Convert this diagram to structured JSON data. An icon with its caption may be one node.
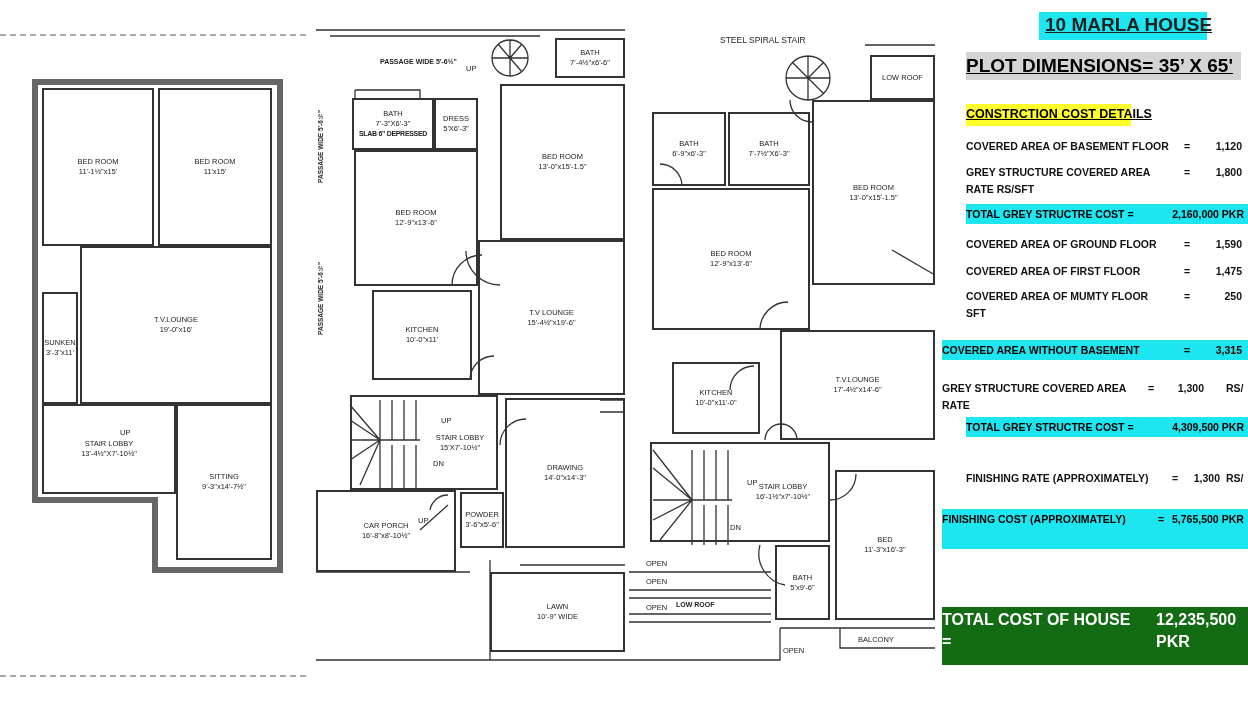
{
  "diagram": {
    "title": "10 MARLA HOUSE",
    "nodes": [
      {
        "text": [
          "BED ROOM",
          "11'-1½\"x15'"
        ]
      },
      {
        "text": [
          "BED ROOM",
          "11'x15'"
        ]
      },
      {
        "text": [
          "T.V.LOUNGE",
          "19'-0\"x16'"
        ]
      },
      {
        "text": [
          "SUNKEN",
          "3'-3\"x11'"
        ]
      },
      {
        "text": [
          "STAIR LOBBY",
          "13'-4½\"X7'-10½\""
        ]
      },
      {
        "text": [
          "SITTING",
          "9'-3\"x14'-7½\""
        ]
      },
      {
        "text": [
          "BATH",
          "7'-3\"X6'-3\"",
          "SLAB 6\" DEPRESSED"
        ]
      },
      {
        "text": [
          "DRESS",
          "5'X6'-3\""
        ]
      },
      {
        "text": [
          "BATH",
          "7'-4½\"x6'-6\""
        ]
      },
      {
        "text": [
          "BED ROOM",
          "12'-9\"x13'-6\""
        ]
      },
      {
        "text": [
          "BED ROOM",
          "13'-0\"x15'-1.5\""
        ]
      },
      {
        "text": [
          "KITCHEN",
          "10'-0\"x11'"
        ]
      },
      {
        "text": [
          "T.V LOUNGE",
          "15'-4½\"x19'-6\""
        ]
      },
      {
        "text": [
          "STAIR LOBBY",
          "15'X7'-10½\""
        ]
      },
      {
        "text": [
          "DRAWING",
          "14'-0\"x14'-3\""
        ]
      },
      {
        "text": [
          "POWDER",
          "3'-6\"x5'-6\""
        ]
      },
      {
        "text": [
          "CAR PORCH",
          "16'-8\"x8'-10½\""
        ]
      },
      {
        "text": [
          "LAWN",
          "10'-9\" WIDE"
        ]
      },
      {
        "text": [
          "BATH",
          "6'-9\"x6'-3\""
        ]
      },
      {
        "text": [
          "BATH",
          "7'-7½\"X6'-3\""
        ]
      },
      {
        "text": [
          "BED ROOM",
          "13'-0\"x15'-1.5\""
        ]
      },
      {
        "text": [
          "BED ROOM",
          "12'-9\"x13'-6\""
        ]
      },
      {
        "text": [
          "LOW ROOF"
        ]
      },
      {
        "text": [
          "KITCHEN",
          "10'-0\"x11'-0\""
        ]
      },
      {
        "text": [
          "T.V.LOUNGE",
          "17'-4½\"x14'-6\""
        ]
      },
      {
        "text": [
          "STAIR LOBBY",
          "16'-1½\"x7'-10½\""
        ]
      },
      {
        "text": [
          "BED",
          "11'-3\"x16'-3\""
        ]
      },
      {
        "text": [
          "BATH",
          "5'x9'-6\""
        ]
      }
    ],
    "labels": [
      "UP",
      "PASSAGE WIDE 5'-6½\"",
      "UP",
      "PASSAGE WIDE 5'-6½\"",
      "PASSAGE WIDE 5'-6½\"",
      "UP",
      "DN",
      "UP",
      "STEEL SPIRAL STAIR",
      "UP",
      "DN",
      "OPEN",
      "OPEN",
      "OPEN",
      "LOW ROOF",
      "OPEN",
      "BALCONY",
      "PLOT DIMENSIONS= 35’ X 65'",
      "CONSTRCTION COST DETAILS",
      "COVERED AREA OF BASEMENT FLOOR",
      "=",
      "1,120",
      "GREY STRUCTURE COVERED AREA RATE RS/SFT",
      "=",
      "1,800",
      "TOTAL GREY STRUCTRE COST =",
      "2,160,000 PKR",
      "COVERED AREA OF GROUND FLOOR",
      "=",
      "1,590",
      "COVERED AREA OF FIRST FLOOR",
      "=",
      "1,475",
      "COVERED AREA OF MUMTY FLOOR SFT",
      "=",
      "250",
      "COVERED AREA WITHOUT BASEMENT",
      "=",
      "3,315",
      "GREY STRUCTURE COVERED AREA RATE",
      "=",
      "1,300",
      "RS/",
      "TOTAL GREY STRUCTRE COST =",
      "4,309,500 PKR",
      "FINISHING RATE (APPROXIMATELY)",
      "=",
      "1,300",
      "RS/",
      "FINISHING COST (APPROXIMATELY)",
      "=",
      "5,765,500 PKR",
      "TOTAL COST OF HOUSE =",
      "12,235,500 PKR"
    ]
  }
}
